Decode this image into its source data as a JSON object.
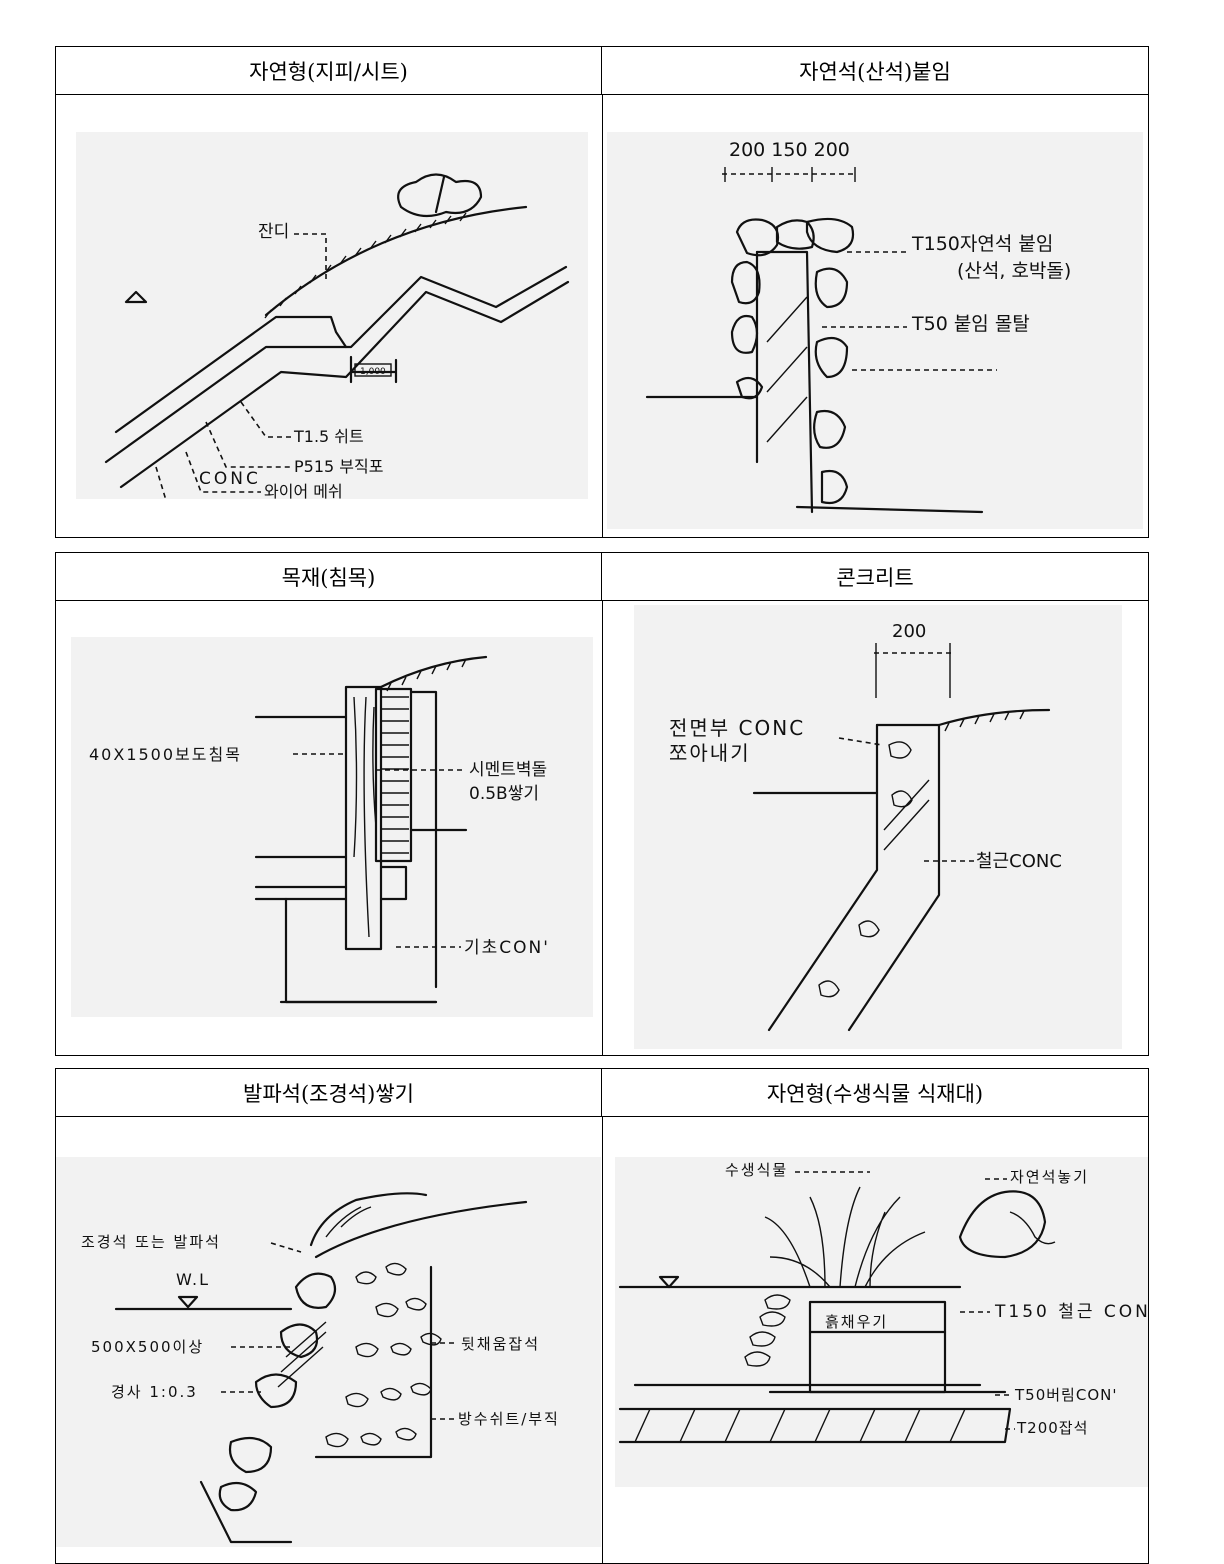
{
  "panels": [
    {
      "title": "자연형(지피/시트)",
      "labels": {
        "grass": "잔디",
        "dim": "1,000",
        "sheet": "T1.5 쉬트",
        "fabric": "P515 부직포",
        "mesh": "와이어 메쉬",
        "conc": "CONC"
      }
    },
    {
      "title": "자연석(산석)붙임",
      "labels": {
        "dims": "200 150 200",
        "stone1": "T150자연석 붙임",
        "stone2": "(산석, 호박돌)",
        "mortar": "T50 붙임 몰탈"
      }
    },
    {
      "title": "목재(침목)",
      "labels": {
        "timber": "40X1500보도침목",
        "brick1": "시멘트벽돌",
        "brick2": "0.5B쌓기",
        "found": "기초CON'"
      }
    },
    {
      "title": "콘크리트",
      "labels": {
        "dim": "200",
        "face1": "전면부 CONC",
        "face2": "쪼아내기",
        "rc": "철근CONC"
      }
    },
    {
      "title": "발파석(조경석)쌓기",
      "labels": {
        "stone": "조경석 또는 발파석",
        "wl": "W.L",
        "size": "500X500이상",
        "slope": "경사 1:0.3",
        "fill": "뒷채움잡석",
        "sheet": "방수쉬트/부직"
      }
    },
    {
      "title": "자연형(수생식물 식재대)",
      "labels": {
        "plant": "수생식물",
        "stone": "자연석놓기",
        "soil": "흙채우기",
        "rc": "T150 철근 CON",
        "mortar": "T50버림CON'",
        "gravel": "T200잡석"
      }
    }
  ]
}
